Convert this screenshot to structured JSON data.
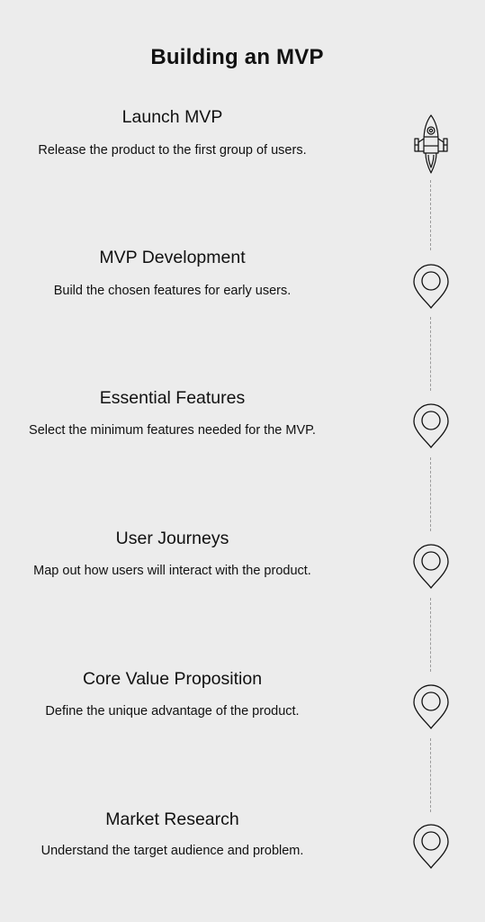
{
  "title": "Building an MVP",
  "steps": [
    {
      "heading": "Launch MVP",
      "description": "Release the product to the first group of users.",
      "icon": "rocket-icon"
    },
    {
      "heading": "MVP Development",
      "description": "Build the chosen features for early users.",
      "icon": "location-pin-icon"
    },
    {
      "heading": "Essential Features",
      "description": "Select the minimum features needed for the MVP.",
      "icon": "location-pin-icon"
    },
    {
      "heading": "User Journeys",
      "description": "Map out how users will interact with the product.",
      "icon": "location-pin-icon"
    },
    {
      "heading": "Core Value Proposition",
      "description": "Define the unique advantage of the product.",
      "icon": "location-pin-icon"
    },
    {
      "heading": "Market Research",
      "description": "Understand the target audience and problem.",
      "icon": "location-pin-icon"
    }
  ]
}
